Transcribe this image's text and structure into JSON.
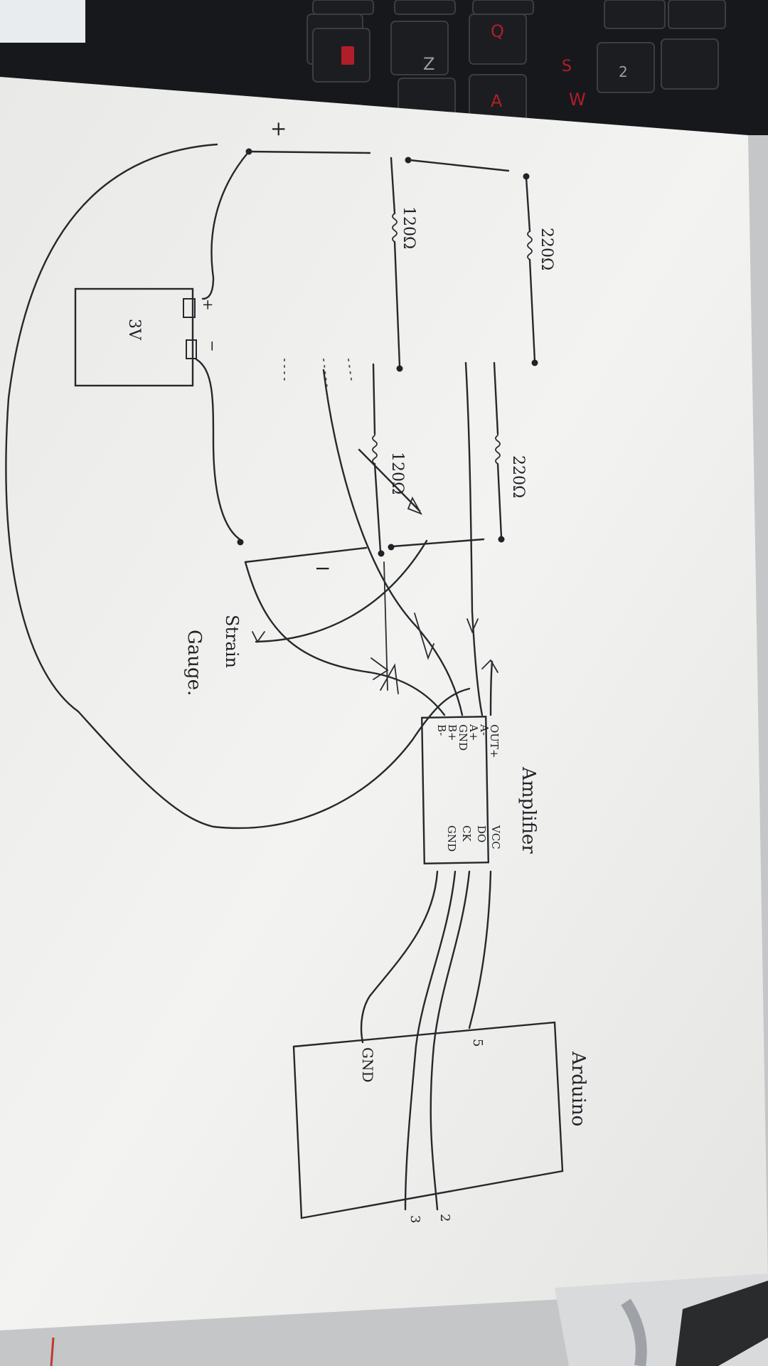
{
  "diagram": {
    "labels": {
      "plus_sign": "+",
      "minus_sign": "−",
      "r_top": "220Ω",
      "r_left": "120Ω",
      "r_right": "220Ω",
      "r_bottom": "120Ω",
      "battery_voltage": "3V",
      "battery_plus": "+",
      "battery_minus": "−",
      "strain_word": "Strain",
      "gauge_word": "Gauge.",
      "amplifier_title": "Amplifier",
      "arduino_title": "Arduino",
      "arduino_gnd": "GND",
      "pin_2": "2",
      "pin_3": "3",
      "pin_5v": "5"
    },
    "amplifier_pins_left": [
      "OUT+",
      "A-",
      "A+",
      "GND",
      "B+",
      "B-"
    ],
    "amplifier_pins_right": [
      "VCC",
      "DO",
      "CK",
      "GND"
    ]
  },
  "background": {
    "keyboard_keys": [
      "Q",
      "W",
      "A",
      "S",
      "Z",
      "2"
    ]
  },
  "colors": {
    "paper": "#f1f1ef",
    "ink": "#1f2226",
    "desk": "#bfc2c4",
    "keyboard": "#17181b",
    "key_accent": "#b01e2a"
  }
}
